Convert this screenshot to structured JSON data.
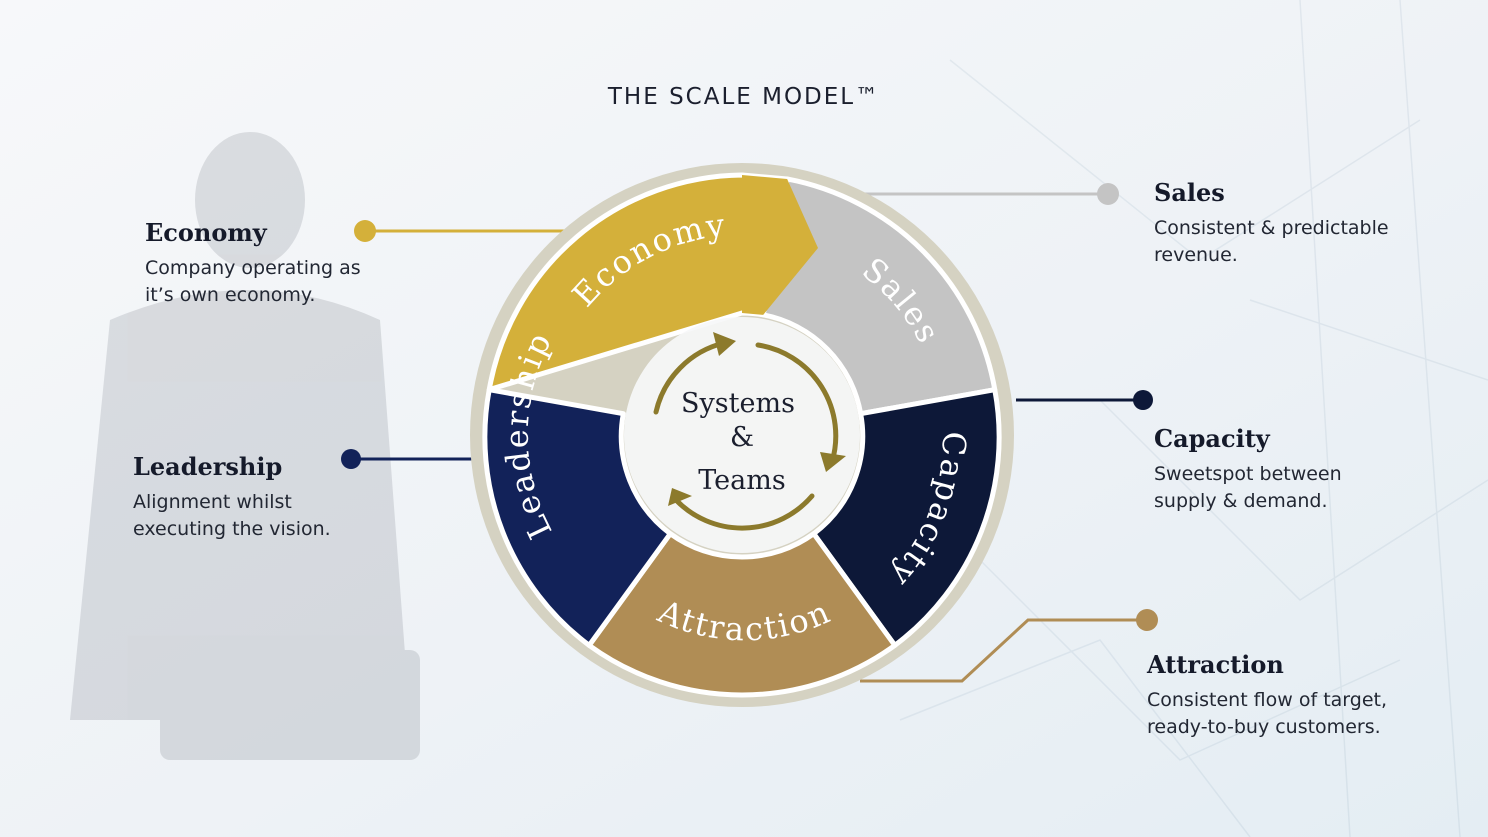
{
  "title": "THE SCALE MODEL™",
  "colors": {
    "economy": "#d4b03a",
    "sales": "#c4c4c4",
    "capacity": "#0d1838",
    "attraction": "#b08d55",
    "leadership": "#122259",
    "ring": "#d5d2c2",
    "arrows": "#8c7a2c"
  },
  "segments": {
    "economy": "Economy",
    "sales": "Sales",
    "capacity": "Capacity",
    "attraction": "Attraction",
    "leadership": "Leadership"
  },
  "center": {
    "line1": "Systems",
    "line2": "&",
    "line3": "Teams"
  },
  "callouts": {
    "economy": {
      "title": "Economy",
      "desc": [
        "Company operating as",
        "it’s own economy."
      ]
    },
    "sales": {
      "title": "Sales",
      "desc": [
        "Consistent & predictable",
        "revenue."
      ]
    },
    "leadership": {
      "title": "Leadership",
      "desc": [
        "Alignment whilst",
        "executing the vision."
      ]
    },
    "capacity": {
      "title": "Capacity",
      "desc": [
        "Sweetspot between",
        "supply & demand."
      ]
    },
    "attraction": {
      "title": "Attraction",
      "desc": [
        "Consistent flow of target,",
        "ready-to-buy customers."
      ]
    }
  }
}
